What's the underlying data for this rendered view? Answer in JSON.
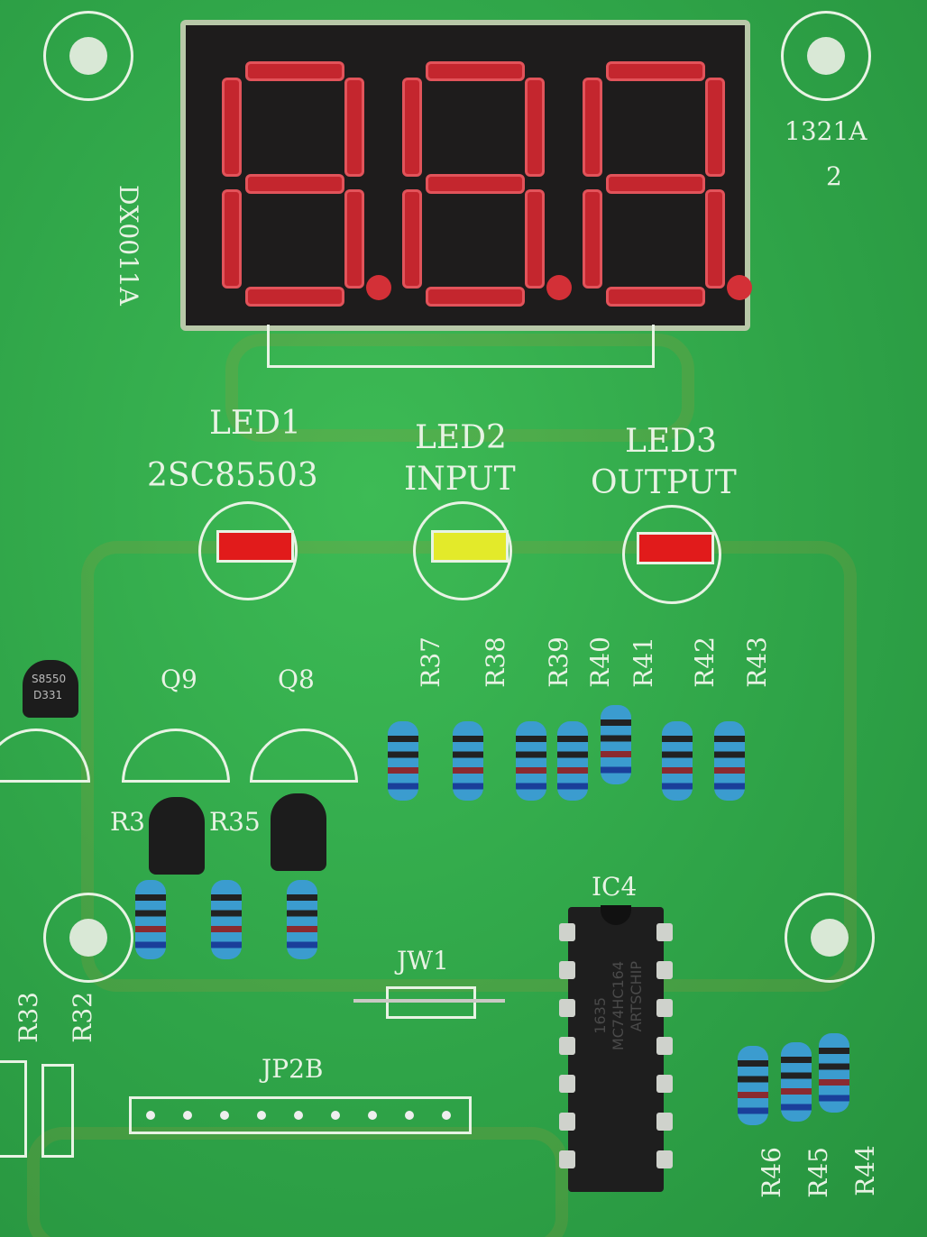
{
  "board": {
    "part_number": "DX0011A",
    "revision": "1321A",
    "revision_sub": "2",
    "display_digits": [
      "8.",
      "8.",
      "8."
    ],
    "colors": {
      "pcb": "#2fa84a",
      "segment": "#c4262e",
      "led_red": "#e11b1b",
      "led_yellow": "#e3ea2a",
      "resistor": "#3b9ccf"
    }
  },
  "leds": [
    {
      "designator": "LED1",
      "label": "2SC85503",
      "color": "#e11b1b"
    },
    {
      "designator": "LED2",
      "label": "INPUT",
      "color": "#e3ea2a"
    },
    {
      "designator": "LED3",
      "label": "OUTPUT",
      "color": "#e11b1b"
    }
  ],
  "resistors_top": [
    "R37",
    "R38",
    "R39",
    "R40",
    "R41",
    "R42",
    "R43"
  ],
  "transistors": {
    "q9": "Q9",
    "q8": "Q8",
    "marking_line1": "S8550",
    "marking_line2": "D331"
  },
  "resistors_left": {
    "r34": "R3",
    "r35": "R35",
    "r33": "R33",
    "r32": "R32"
  },
  "ic": {
    "designator": "IC4",
    "line1": "ARTSCHIP",
    "line2": "MC74HC164",
    "line3": "1635"
  },
  "jumper": "JW1",
  "header": "JP2B",
  "resistors_right": [
    "R46",
    "R45",
    "R44"
  ]
}
